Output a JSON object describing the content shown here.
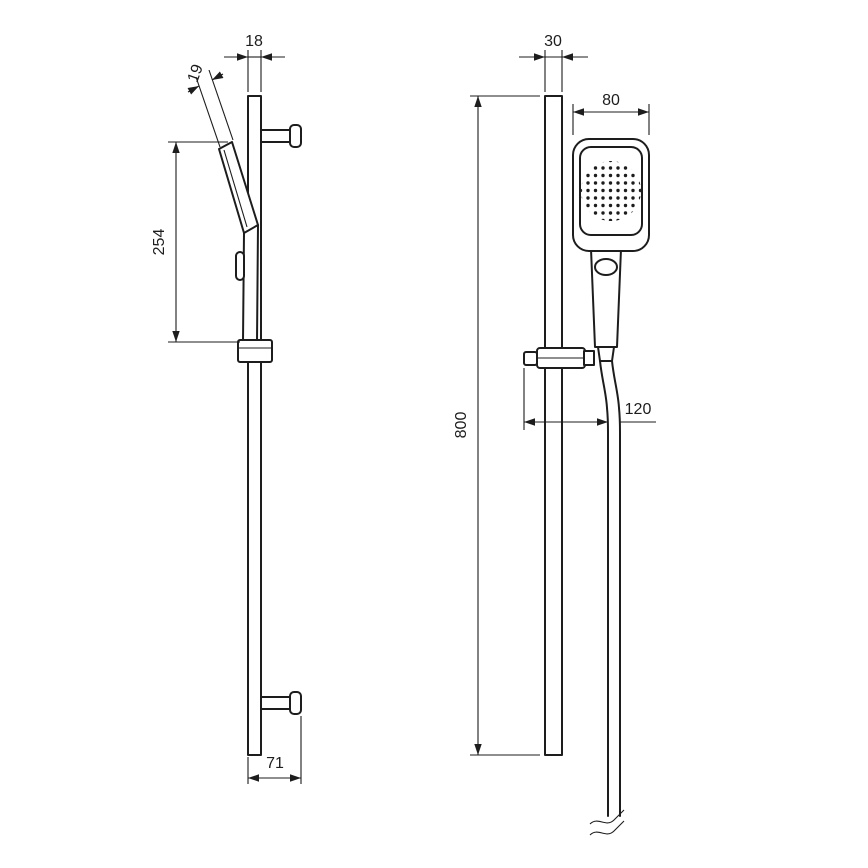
{
  "drawing": {
    "type": "technical-dimension-drawing",
    "subject": "shower-rail-set-with-hand-shower-and-hose",
    "colors": {
      "line": "#1d1d1d",
      "background": "#ffffff"
    },
    "side_view": {
      "dims": {
        "rail_depth": "18",
        "head_thickness": "19",
        "hand_shower_length": "254",
        "wall_bracket_offset": "71"
      }
    },
    "front_view": {
      "dims": {
        "rail_width": "30",
        "head_width": "80",
        "rail_length": "800",
        "hose_offset": "120"
      }
    }
  }
}
